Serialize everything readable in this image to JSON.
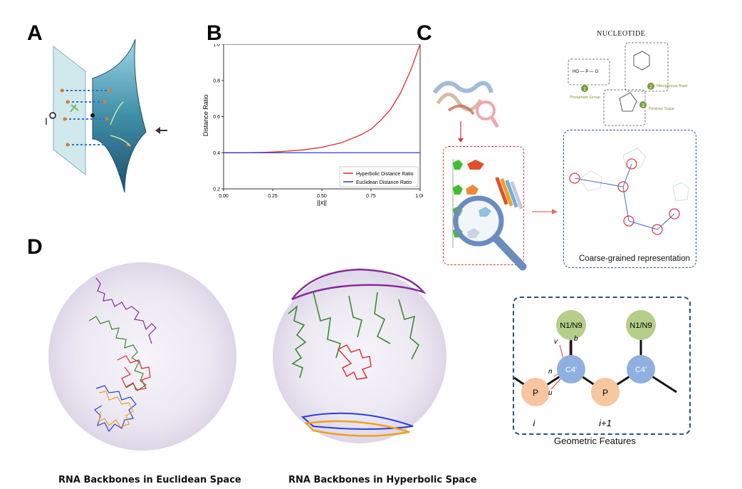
{
  "panels": {
    "a": "A",
    "b": "B",
    "c": "C",
    "d": "D"
  },
  "panel_a": {
    "axis_symbol": "I"
  },
  "chart_data": {
    "type": "line",
    "xlabel": "||x||",
    "ylabel": "Distance Ratio",
    "xlim": [
      0.0,
      1.0
    ],
    "ylim": [
      0.2,
      1.0
    ],
    "xticks": [
      "0.00",
      "0.25",
      "0.50",
      "0.75",
      "1.00"
    ],
    "yticks": [
      "0.2",
      "0.4",
      "0.6",
      "0.8",
      "1.0"
    ],
    "legend_position": "lower-right",
    "series": [
      {
        "name": "Hyperbolic Distance Ratio",
        "color": "#e0282e",
        "x": [
          0.0,
          0.1,
          0.2,
          0.25,
          0.3,
          0.4,
          0.5,
          0.6,
          0.7,
          0.75,
          0.8,
          0.85,
          0.9,
          0.95,
          1.0
        ],
        "y": [
          0.4,
          0.4,
          0.402,
          0.404,
          0.407,
          0.415,
          0.43,
          0.455,
          0.5,
          0.53,
          0.58,
          0.64,
          0.73,
          0.85,
          1.0
        ]
      },
      {
        "name": "Euclidean Distance Ratio",
        "color": "#2b3fd6",
        "x": [
          0.0,
          1.0
        ],
        "y": [
          0.4,
          0.4
        ]
      }
    ]
  },
  "panel_c": {
    "nucleotide_title": "NUCLEOTIDE",
    "labels": {
      "phosphate": "Phosphate Group",
      "base": "Nitrogenous Base",
      "sugar": "Pentose Sugar",
      "n1": "1",
      "n2": "2",
      "n3": "3"
    },
    "coarse_label": "Coarse-grained representation",
    "geometric_label": "Geometric Features",
    "nodes": {
      "n1n9": "N1/N9",
      "c4": "C4'",
      "p": "P"
    },
    "indices": {
      "i": "i",
      "i1": "i+1"
    },
    "vectors": {
      "v": "v",
      "b": "b",
      "n": "n",
      "u": "u",
      "sub": "i"
    }
  },
  "panel_d": {
    "euclidean_caption": "RNA Backbones in Euclidean Space",
    "hyperbolic_caption": "RNA Backbones in Hyperbolic Space"
  },
  "colors": {
    "red": "#e0282e",
    "blue": "#2b3fd6",
    "green": "#3a8a2e",
    "purple": "#8a2a9a",
    "orange": "#f0a020",
    "navy": "#2b4f8a"
  }
}
